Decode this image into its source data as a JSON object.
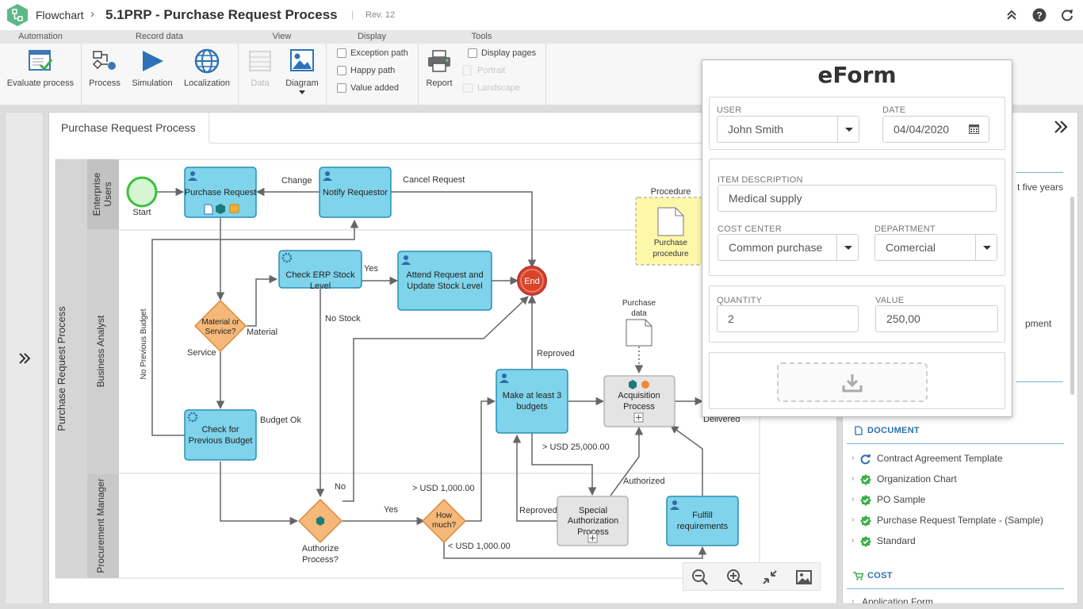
{
  "header": {
    "app_name": "Flowchart",
    "breadcrumb_sep": "›",
    "doc_title": "5.1PRP - Purchase Request Process",
    "divider": "|",
    "revision": "Rev. 12"
  },
  "ribbon": {
    "groups": [
      "Automation",
      "Record data",
      "View",
      "Display",
      "Tools"
    ],
    "buttons": {
      "evaluate": "Evaluate process",
      "process": "Process",
      "simulation": "Simulation",
      "localization": "Localization",
      "data": "Data",
      "diagram": "Diagram",
      "report": "Report"
    },
    "display_options": [
      "Exception path",
      "Happy path",
      "Value added"
    ],
    "tools_options": [
      "Display pages",
      "Portrait",
      "Landscape"
    ]
  },
  "tab": {
    "label": "Purchase Request Process"
  },
  "diagram": {
    "pool": "Purchase Request Process",
    "lanes": {
      "enterprise": [
        "Enterprise",
        "Users"
      ],
      "analyst": "Business Analyst",
      "procurement": "Procurement Manager"
    },
    "tasks": {
      "purchase_request": "Purchase Request",
      "notify_requestor": "Notify Requestor",
      "check_erp": [
        "Check ERP Stock",
        "Level"
      ],
      "attend_request": [
        "Attend Request and",
        "Update Stock Level"
      ],
      "check_budget": [
        "Check for",
        "Previous Budget"
      ],
      "make_budgets": [
        "Make at least 3",
        "budgets"
      ],
      "acquisition": [
        "Acquisition",
        "Process"
      ],
      "special_auth": [
        "Special",
        "Authorization",
        "Process"
      ],
      "fulfill": [
        "Fulfill",
        "requirements"
      ]
    },
    "events": {
      "start": "Start",
      "end": "End"
    },
    "gateways": {
      "material_service": [
        "Material or",
        "Service?"
      ],
      "authorize": [
        "Authorize",
        "Process?"
      ],
      "how_much": [
        "How",
        "much?"
      ]
    },
    "labels": {
      "change": "Change",
      "cancel_request": "Cancel Request",
      "yes1": "Yes",
      "no_stock": "No Stock",
      "material": "Material",
      "service": "Service",
      "no_previous_budget": "No Previous Budget",
      "budget_ok": "Budget Ok",
      "reproved1": "Reproved",
      "gt_25000": "> USD 25,000.00",
      "no": "No",
      "yes2": "Yes",
      "gt_1000": "> USD 1,000.00",
      "lt_1000": "< USD 1,000.00",
      "reproved2": "Reproved",
      "authorized": "Authorized",
      "delivered": "Delivered"
    },
    "procedure": {
      "title": "Procedure",
      "doc": [
        "Purchase",
        "procedure"
      ]
    },
    "purchase_data": [
      "Purchase",
      "data"
    ]
  },
  "right_panel": {
    "partial_lines": [
      "t five years",
      "pment"
    ],
    "document_section": "DOCUMENT",
    "documents": [
      {
        "label": "Contract Agreement Template",
        "icon": "refresh-icon"
      },
      {
        "label": "Organization Chart",
        "icon": "approved-icon"
      },
      {
        "label": "PO Sample",
        "icon": "approved-icon"
      },
      {
        "label": "Purchase Request Template - (Sample)",
        "icon": "approved-icon"
      },
      {
        "label": "Standard",
        "icon": "approved-icon"
      }
    ],
    "cost_section": "COST",
    "cost_items": [
      "Application Form"
    ]
  },
  "eform": {
    "title": "eForm",
    "user_label": "USER",
    "user_value": "John Smith",
    "date_label": "DATE",
    "date_value": "04/04/2020",
    "item_label": "ITEM DESCRIPTION",
    "item_value": "Medical supply",
    "cost_center_label": "COST CENTER",
    "cost_center_value": "Common purchase",
    "department_label": "DEPARTMENT",
    "department_value": "Comercial",
    "quantity_label": "QUANTITY",
    "quantity_value": "2",
    "value_label": "VALUE",
    "value_value": "250,00"
  },
  "colors": {
    "accent": "#2c6fb0",
    "task": "#7fd3ea",
    "task_border": "#2a8fb5",
    "gateway": "#f5b879",
    "end": "#d9452b",
    "start": "#58d05a"
  }
}
